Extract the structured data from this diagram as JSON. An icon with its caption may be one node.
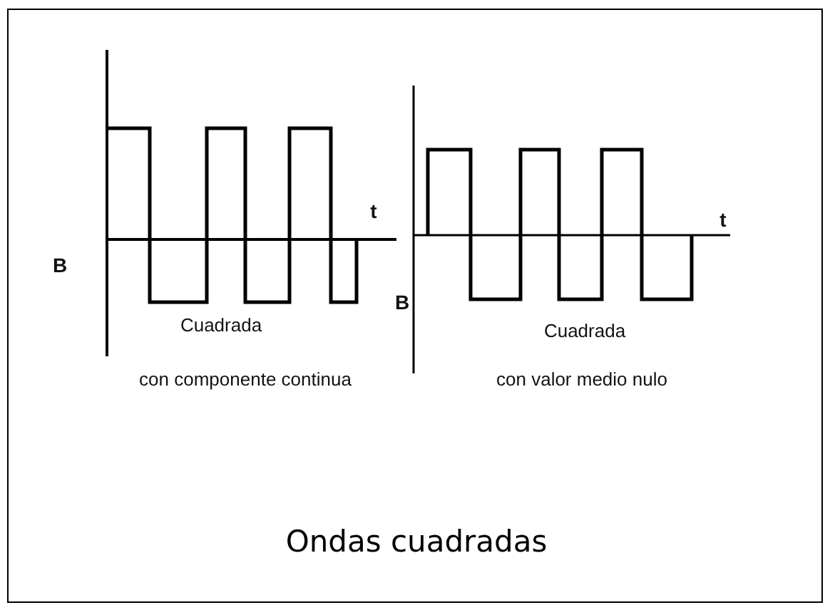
{
  "diagram": {
    "caption": "Ondas cuadradas",
    "labels": [
      "t",
      "B",
      "Cuadrada",
      "con componente continua",
      "t",
      "B",
      "Cuadrada",
      "con valor medio nulo"
    ]
  }
}
